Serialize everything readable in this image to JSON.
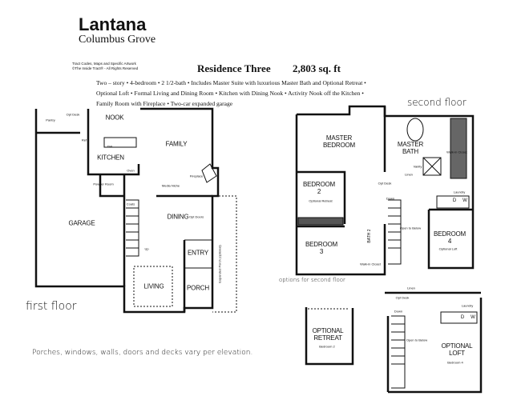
{
  "header": {
    "title": "Lantana",
    "subtitle": "Columbus Grove",
    "copyright_line1": "Tract Codes, Maps and Specific Artwork",
    "copyright_line2": "©The Inside Tract® - All Rights Reserved",
    "residence": "Residence Three",
    "sqft": "2,803 sq. ft"
  },
  "description": [
    "Two – story • 4-bedroom • 2 1/2-bath • Includes Master Suite with luxurious Master Bath and Optional Retreat •",
    "Optional Loft • Formal Living and Dining Room • Kitchen with Dining Nook • Activity Nook off the Kitchen •",
    "Family Room with Fireplace • Two-car expanded garage"
  ],
  "first_floor": {
    "caption": "first floor",
    "rooms": {
      "nook": "NOOK",
      "family": "FAMILY",
      "kitchen": "KITCHEN",
      "garage": "GARAGE",
      "dining": "DINING",
      "entry": "ENTRY",
      "living": "LIVING",
      "porch": "PORCH"
    },
    "small": {
      "pantry": "Pantry",
      "opt_desk": "Opt Desk",
      "ref": "Ref",
      "dw": "DW",
      "oven": "Oven",
      "powder": "Powder Room",
      "coats": "Coats",
      "media": "Media Niche",
      "fireplace": "Fireplace",
      "opt_doors": "Opt Doors",
      "up": "Up",
      "exp_porch": "Expanded Porch (optional)"
    }
  },
  "second_floor": {
    "caption": "second floor",
    "rooms": {
      "master_bedroom": "MASTER BEDROOM",
      "master_bath": "MASTER BATH",
      "bedroom2": "BEDROOM 2",
      "bedroom2_note": "Optional Retreat",
      "bedroom3": "BEDROOM 3",
      "bedroom4": "BEDROOM 4",
      "bedroom4_note": "Optional Loft",
      "bath2": "BATH 2"
    },
    "small": {
      "walkin": "Walk-in Closet",
      "vanity": "Vanity",
      "linen": "Linen",
      "opt_desk": "Opt Desk",
      "laundry": "Laundry",
      "d": "D",
      "w": "W",
      "down": "Down",
      "open_below": "Open to Below",
      "walkin2": "Walk-in Closet"
    }
  },
  "options": {
    "caption": "options for second floor",
    "retreat": "OPTIONAL RETREAT",
    "retreat_note": "Bedroom 2",
    "loft": "OPTIONAL LOFT",
    "loft_note": "Bedroom 4",
    "linen": "Linen",
    "opt_desk": "Opt Desk",
    "laundry": "Laundry",
    "d": "D",
    "w": "W",
    "down": "Down",
    "open_below": "Open to Below"
  },
  "footer": "Porches, windows, walls, doors and decks vary per elevation."
}
